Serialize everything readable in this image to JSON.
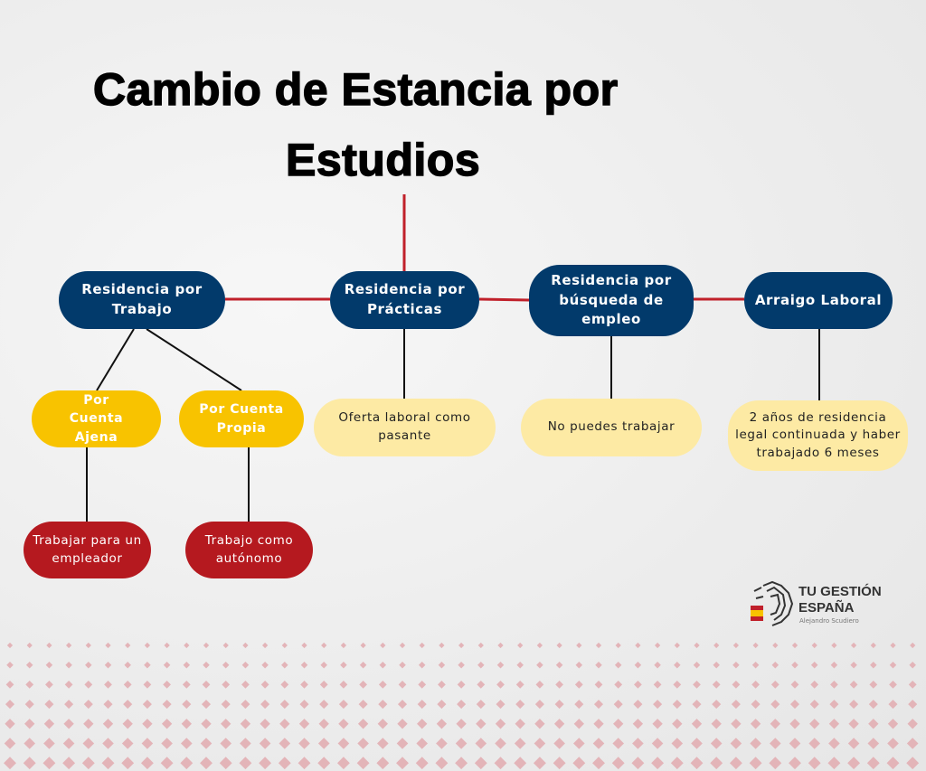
{
  "title": {
    "line1": "Cambio de Estancia por",
    "line2": "Estudios"
  },
  "nodes": {
    "trabajo": "Residencia por Trabajo",
    "practicas": "Residencia por Prácticas",
    "busqueda": "Residencia por búsqueda de empleo",
    "arraigo": "Arraigo Laboral",
    "ajena": "Por Cuenta Ajena",
    "propia": "Por Cuenta Propia",
    "oferta": "Oferta laboral como pasante",
    "no_trabajar": "No puedes trabajar",
    "arraigo_req": "2 años de residencia legal continuada y haber trabajado 6 meses",
    "empleador": "Trabajar para un empleador",
    "autonomo": "Trabajo como autónomo"
  },
  "logo": {
    "name_line1": "TU GESTIÓN",
    "name_line2": "ESPAÑA",
    "subtitle": "Alejandro Scudiero"
  },
  "colors": {
    "navy": "#023a6b",
    "gold": "#f8c300",
    "pale_yellow": "#fdeaa4",
    "red": "#b5191f",
    "connector_red": "#c0202a",
    "dots": "#e3b4b8"
  }
}
